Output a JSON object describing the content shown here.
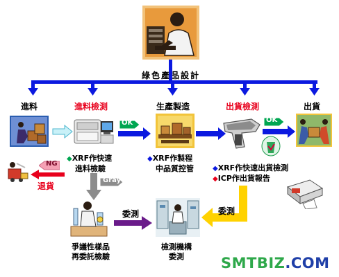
{
  "colors": {
    "blue_flow": "#0b19e0",
    "red_label": "#e8001c",
    "ok_green": "#00a651",
    "ng_pink": "#f5a0b4",
    "gray_arrow": "#8c8c8c",
    "purple_arrow": "#6a1b8a",
    "yellow_arrow": "#ffd200",
    "watermark_green": "#2ea84a",
    "watermark_blue": "#1f3fa8"
  },
  "top": {
    "title": "綠色產品設計"
  },
  "stages": {
    "incoming": "進料",
    "incoming_inspection": "進料檢測",
    "production": "生產製造",
    "shipment_inspection": "出貨檢測",
    "shipment": "出貨"
  },
  "badges": {
    "ok1": "OK",
    "ok2": "OK",
    "ng": "NG",
    "gray": "Gray"
  },
  "labels": {
    "return": "退貨",
    "outsource1": "委測",
    "outsource2": "委測"
  },
  "notes": {
    "incoming_xrf": [
      "XRF作快速",
      "進料檢驗"
    ],
    "production_xrf": [
      "XRF作製程",
      "中品質控管"
    ],
    "shipment_xrf": "XRF作快速出貨檢測",
    "shipment_icp": "ICP作出貨報告",
    "disputed": [
      "爭議性樣品",
      "再委託檢驗"
    ],
    "lab": [
      "檢測機構",
      "委測"
    ]
  },
  "icons": {
    "designer": "designer-at-computer-icon",
    "boxes_worker": "warehouse-worker-icon",
    "xrf_analyzer": "xrf-analyzer-icon",
    "factory": "factory-conveyor-icon",
    "handheld_xrf": "handheld-xrf-gun-icon",
    "shipping_workers": "shipping-workers-icon",
    "truck": "return-truck-icon",
    "scientist": "scientist-icon",
    "lab": "laboratory-icon",
    "printer": "report-printer-icon",
    "bin": "recycle-bin-icon"
  },
  "watermark": {
    "part1": "SMTBIZ",
    "part2": ".COM"
  }
}
